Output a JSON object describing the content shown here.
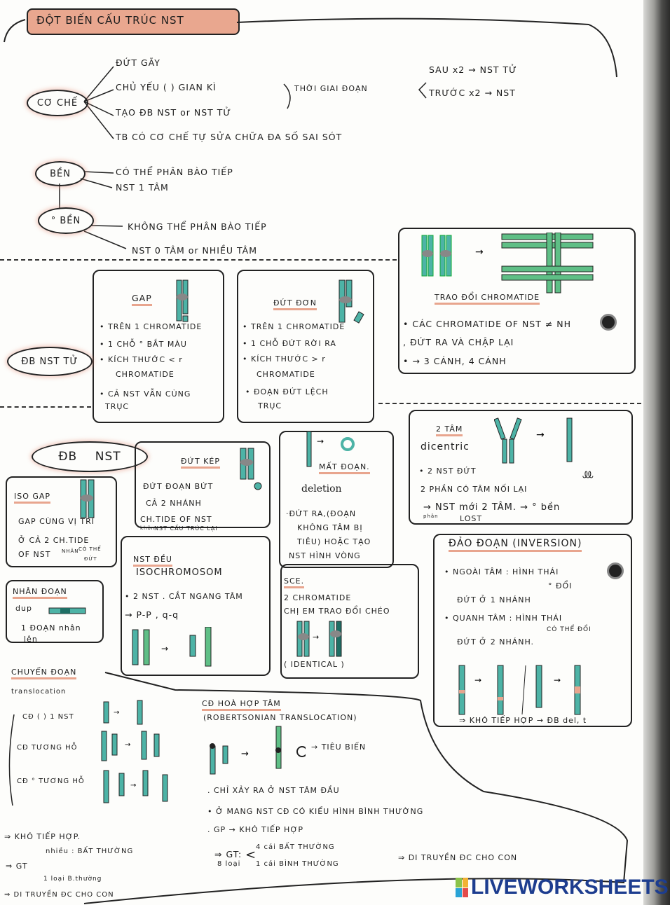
{
  "title": "ĐỘT BIẾN CẤU TRÚC NST",
  "mechanism": {
    "label": "CƠ CHẾ",
    "items": [
      "ĐỨT GÃY",
      "CHỦ YẾU ( ) GIAN KÌ",
      "TẠO ĐB NST or NST TỬ",
      "TB CÓ CƠ CHẾ TỰ SỬA CHỮA ĐA SỐ SAI SÓT"
    ],
    "phase": "THỜI GIAI ĐOẠN",
    "after": "SAU x2 → NST TỬ",
    "before": "TRƯỚC x2 → NST"
  },
  "stable": {
    "label": "BỀN",
    "items": [
      "CÓ THỂ PHÂN BÀO TIẾP",
      "NST 1 TÂM"
    ]
  },
  "unstable": {
    "label": "° BỀN",
    "items": [
      "KHÔNG THỂ PHÂN BÀO TIẾP",
      "NST 0 TÂM or NHIỀU TÂM"
    ]
  },
  "chromatid_mutation": {
    "label": "ĐB NST TỬ",
    "gap": {
      "title": "GAP",
      "items": [
        "• TRÊN 1 CHROMATIDE",
        "• 1 CHỖ ° BẮT MÀU",
        "• KÍCH THƯỚC < r",
        "CHROMATIDE",
        "• CẢ NST VẪN CÙNG",
        "TRỤC"
      ]
    },
    "single_break": {
      "title": "ĐỨT ĐƠN",
      "items": [
        "• TRÊN 1 CHROMATIDE",
        "• 1 CHỖ ĐỨT RỜI RA",
        "• KÍCH THƯỚC > r",
        "CHROMATIDE",
        "• ĐOẠN ĐỨT LỆCH",
        "TRỤC"
      ]
    },
    "exchange": {
      "title": "TRAO ĐỔI CHROMATIDE",
      "items": [
        "• CÁC CHROMATIDE OF NST ≠ NH",
        "‚ ĐỨT RA VÀ CHẬP LẠI",
        "• → 3 CÁNH, 4 CÁNH"
      ]
    }
  },
  "chromosome_mutation": {
    "label": "ĐB    NST",
    "iso_gap": {
      "title": "ISO GAP",
      "items": [
        "GAP CÙNG VỊ TRÍ",
        "Ở CẢ 2 CH.TIDE",
        "OF NST",
        "NHÂN",
        "CÓ THỂ",
        "ĐỨT"
      ]
    },
    "double_break": {
      "title": "ĐỨT KÉP",
      "items": [
        "ĐỨT ĐOẠN BỨT",
        "CẢ 2 NHÁNH",
        "CH.TIDE OF NST",
        "khôn",
        "NST CẤU TRÚC LẠI"
      ]
    },
    "deletion": {
      "title": "MẤT ĐOẠN.",
      "subtitle": "deletion",
      "items": [
        "·ĐỨT RA,(ĐOẠN",
        "KHÔNG TÂM BỊ",
        "TIÊU) HOẶC TẠO",
        "NST HÌNH VÒNG"
      ]
    },
    "dicentric": {
      "title": "2 TÂM",
      "subtitle": "dicentric",
      "items": [
        "• 2 NST ĐỨT",
        "2 PHẦN CÓ TÂM NỐI LẠI",
        "→ NST mới 2 TÂM. → ° bền",
        "phân",
        "LOST"
      ]
    },
    "isochromosome": {
      "title": "NST ĐỀU",
      "subtitle": "ISOCHROMOSOM",
      "items": [
        "• 2 NST . CẮT NGANG TÂM",
        "→ P-P , q-q"
      ]
    },
    "sce": {
      "title": "SCE.",
      "items": [
        "2 CHROMATIDE",
        "CHỊ EM TRAO ĐỔI CHÉO",
        "( IDENTICAL )"
      ]
    },
    "duplication": {
      "title": "NHÂN ĐOẠN",
      "subtitle": "dup",
      "items": [
        "1 ĐOẠN nhân",
        "lên"
      ]
    },
    "inversion": {
      "title": "ĐẢO ĐOẠN (INVERSION)",
      "items": [
        "• NGOÀI TÂM : HÌNH THÁI",
        "° ĐỔI",
        "ĐỨT Ở 1 NHÁNH",
        "• QUANH TÂM : HÌNH THÁI",
        "CÓ THỂ ĐỔI",
        "ĐỨT Ở 2 NHÁNH."
      ],
      "note": "⇒ KHÓ TIẾP HỢP → ĐB del, t"
    },
    "translocation": {
      "title": "CHUYỂN ĐOẠN",
      "subtitle": "translocation",
      "types": [
        "CĐ ( ) 1 NST",
        "CĐ TƯƠNG HỖ",
        "CĐ ° TƯƠNG HỖ"
      ],
      "conclusions": [
        "⇒ KHÓ TIẾP HỢP.",
        "⇒ GT",
        "nhiều : BẤT THƯỜNG",
        "1 loại B.thường",
        "⇒ DI TRUYỀN ĐC CHO CON"
      ]
    },
    "robertsonian": {
      "title": "CĐ HOÀ HỢP TÂM",
      "subtitle": "(ROBERTSONIAN TRANSLOCATION)",
      "loss": "→ TIÊU BIẾN",
      "items": [
        ". CHỈ XẢY RA Ở NST TÂM ĐẦU",
        "• Ở MANG NST CĐ CÓ KIỂU HÌNH BÌNH THƯỜNG",
        ". GP → KHÓ TIẾP HỢP"
      ],
      "gametes_label": "⇒ GT:",
      "gametes_count": "8 loại",
      "gametes": [
        "4 cái BẤT THƯỜNG",
        "1 cái BÌNH THƯỜNG"
      ],
      "result": "⇒ DI TRUYỀN ĐC CHO CON"
    }
  },
  "watermark": "LIVEWORKSHEETS",
  "colors": {
    "accent": "#e8a58e",
    "chromosome": "#4db3a6",
    "chromosome_green": "#5fbf86",
    "ink": "#1c1c1c"
  }
}
